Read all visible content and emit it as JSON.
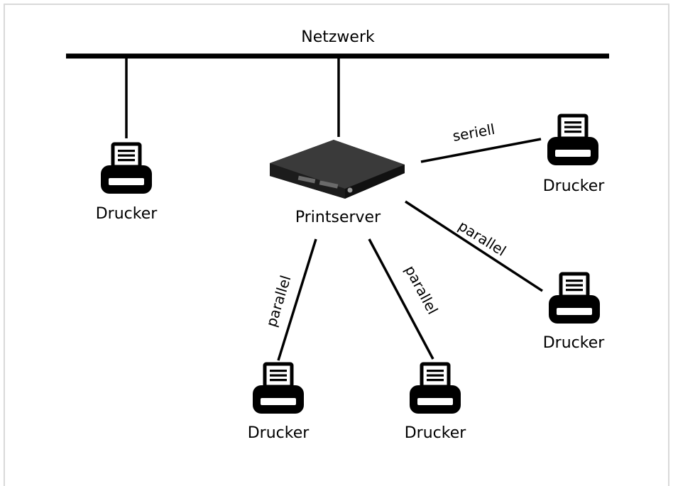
{
  "network": {
    "label": "Netzwerk"
  },
  "printserver": {
    "label": "Printserver"
  },
  "printers": [
    {
      "label": "Drucker",
      "icon": "printer-icon"
    },
    {
      "label": "Drucker",
      "icon": "printer-icon"
    },
    {
      "label": "Drucker",
      "icon": "printer-icon"
    },
    {
      "label": "Drucker",
      "icon": "printer-icon"
    },
    {
      "label": "Drucker",
      "icon": "printer-icon"
    }
  ],
  "connections": [
    {
      "label": "seriell"
    },
    {
      "label": "parallel"
    },
    {
      "label": "parallel"
    },
    {
      "label": "parallel"
    }
  ],
  "colors": {
    "line": "#000000",
    "frame": "#d9d9d9",
    "device": "#2b2b2b"
  }
}
